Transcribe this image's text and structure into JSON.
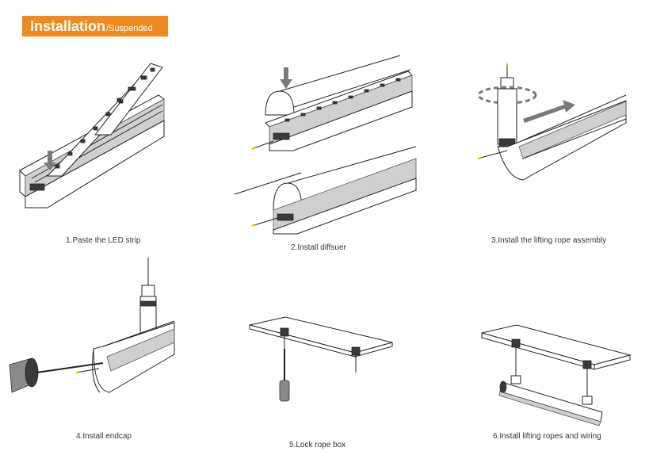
{
  "header": {
    "title": "Installation",
    "subtitle": "/Suspended"
  },
  "steps": [
    {
      "caption": "1.Paste the LED strip"
    },
    {
      "caption": "2.Install diffsuer"
    },
    {
      "caption": "3.Install the lifting rope assembly"
    },
    {
      "caption": "4.Install endcap"
    },
    {
      "caption": "5.Lock rope box"
    },
    {
      "caption": "6.Install lifting ropes and wiring"
    }
  ],
  "colors": {
    "banner": "#ef8a1f",
    "arrow": "#7a7a7a",
    "wire_accent": "#e6c200"
  }
}
